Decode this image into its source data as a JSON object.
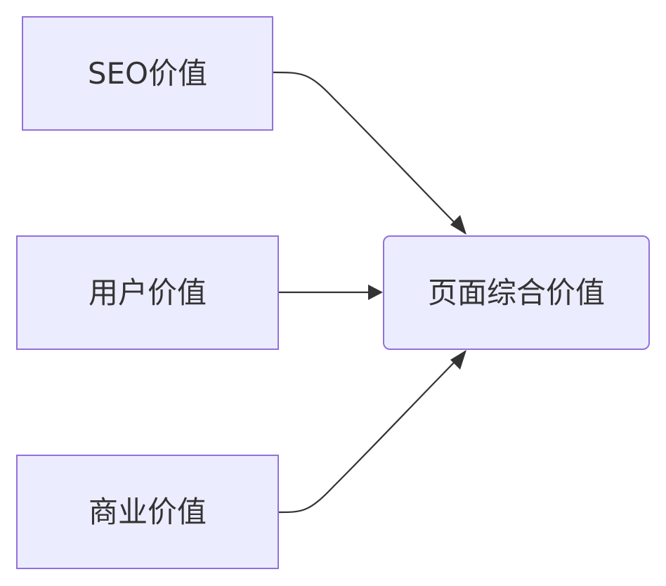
{
  "diagram": {
    "nodes": {
      "seo_value": "SEO价值",
      "user_value": "用户价值",
      "business_value": "商业价值",
      "page_total_value": "页面综合价值"
    },
    "edges": [
      {
        "from": "seo_value",
        "to": "page_total_value"
      },
      {
        "from": "user_value",
        "to": "page_total_value"
      },
      {
        "from": "business_value",
        "to": "page_total_value"
      }
    ],
    "colors": {
      "node_fill": "#ececff",
      "node_border": "#9370db",
      "edge": "#333333",
      "text": "#333333"
    }
  }
}
